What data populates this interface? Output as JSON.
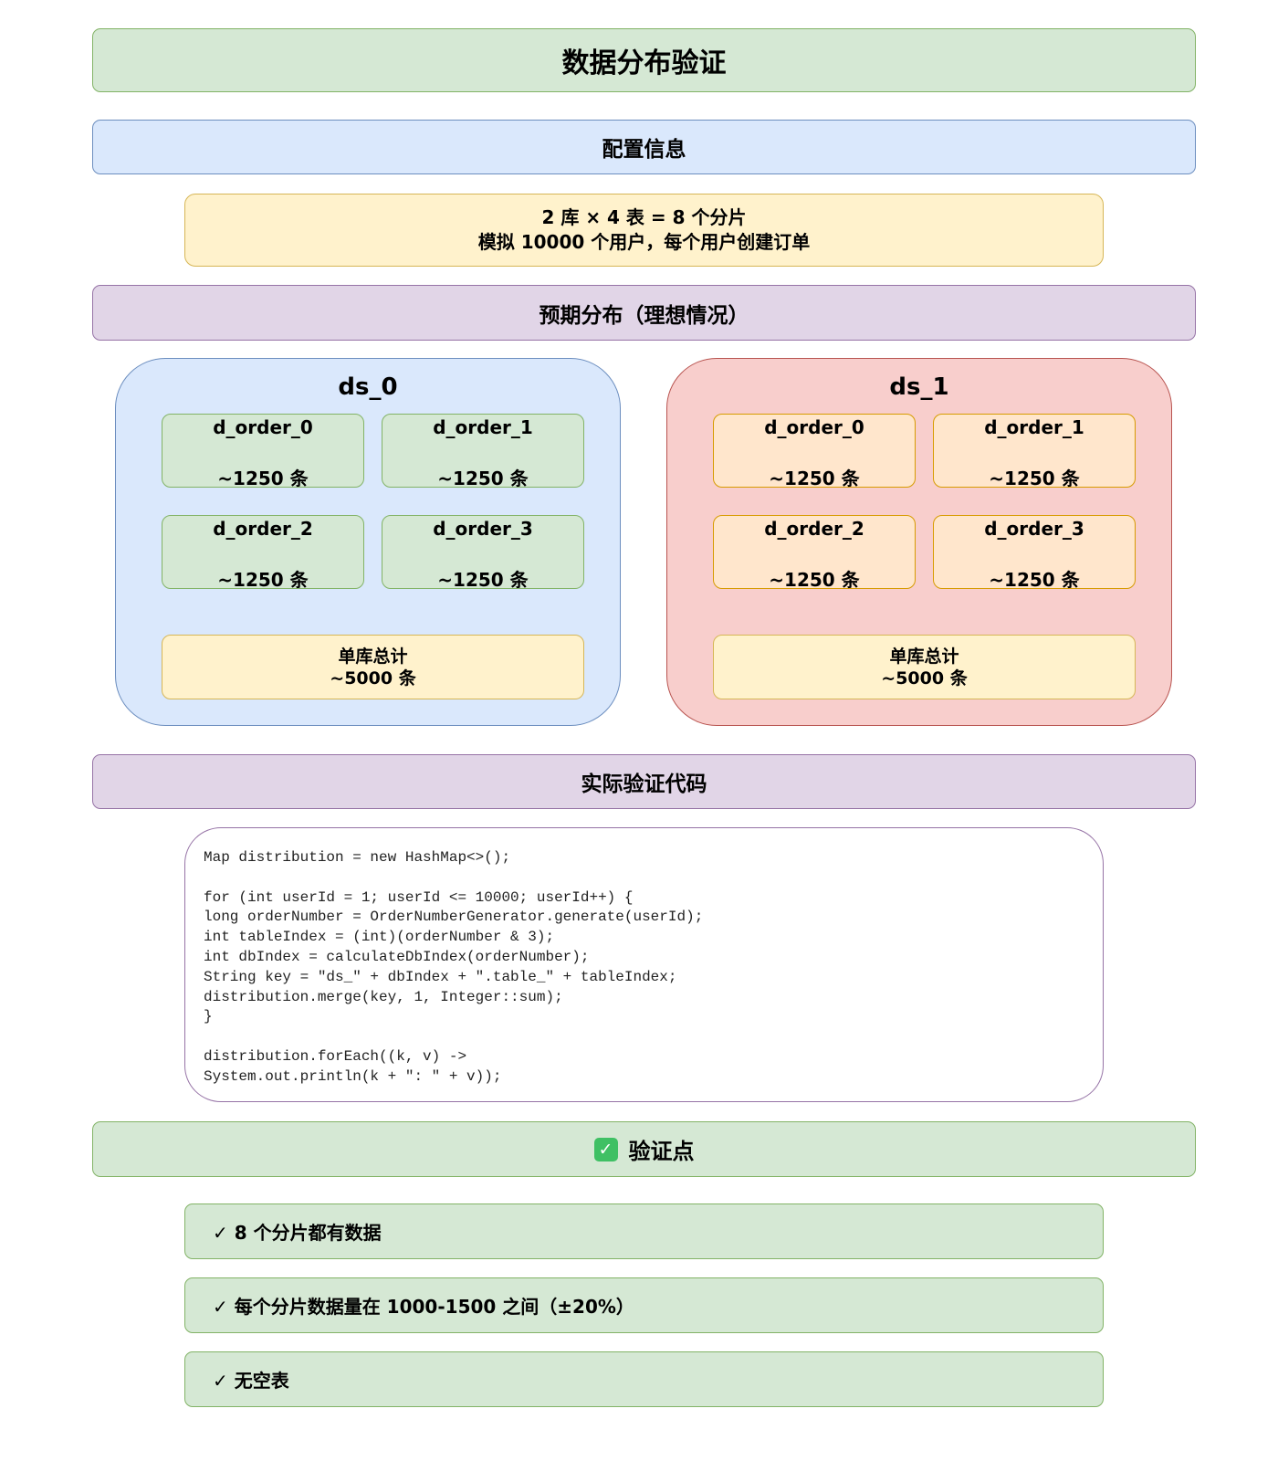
{
  "title": "数据分布验证",
  "config": {
    "header": "配置信息",
    "line1": "2 库 × 4 表 = 8 个分片",
    "line2": "模拟 10000 个用户，每个用户创建订单"
  },
  "expected": {
    "header": "预期分布（理想情况）",
    "databases": [
      {
        "name": "ds_0",
        "tables": [
          {
            "name": "d_order_0",
            "count": "~1250 条"
          },
          {
            "name": "d_order_1",
            "count": "~1250 条"
          },
          {
            "name": "d_order_2",
            "count": "~1250 条"
          },
          {
            "name": "d_order_3",
            "count": "~1250 条"
          }
        ],
        "total_label": "单库总计",
        "total_value": "~5000 条"
      },
      {
        "name": "ds_1",
        "tables": [
          {
            "name": "d_order_0",
            "count": "~1250 条"
          },
          {
            "name": "d_order_1",
            "count": "~1250 条"
          },
          {
            "name": "d_order_2",
            "count": "~1250 条"
          },
          {
            "name": "d_order_3",
            "count": "~1250 条"
          }
        ],
        "total_label": "单库总计",
        "total_value": "~5000 条"
      }
    ]
  },
  "code": {
    "header": "实际验证代码",
    "text": "Map distribution = new HashMap<>();\n\nfor (int userId = 1; userId <= 10000; userId++) {\nlong orderNumber = OrderNumberGenerator.generate(userId);\nint tableIndex = (int)(orderNumber & 3);\nint dbIndex = calculateDbIndex(orderNumber);\nString key = \"ds_\" + dbIndex + \".table_\" + tableIndex;\ndistribution.merge(key, 1, Integer::sum);\n}\n\ndistribution.forEach((k, v) ->\nSystem.out.println(k + \": \" + v));"
  },
  "verify": {
    "icon": "check-mark-button-icon",
    "header": "验证点",
    "items": [
      "✓ 8 个分片都有数据",
      "✓ 每个分片数据量在 1000-1500 之间（±20%）",
      "✓ 无空表"
    ]
  },
  "colors": {
    "green_fill": "#d5e8d4",
    "blue_fill": "#dae8fc",
    "yellow_fill": "#fff2cc",
    "purple_fill": "#e1d5e7",
    "red_fill": "#f8cecc",
    "orange_fill": "#ffe6cc"
  }
}
